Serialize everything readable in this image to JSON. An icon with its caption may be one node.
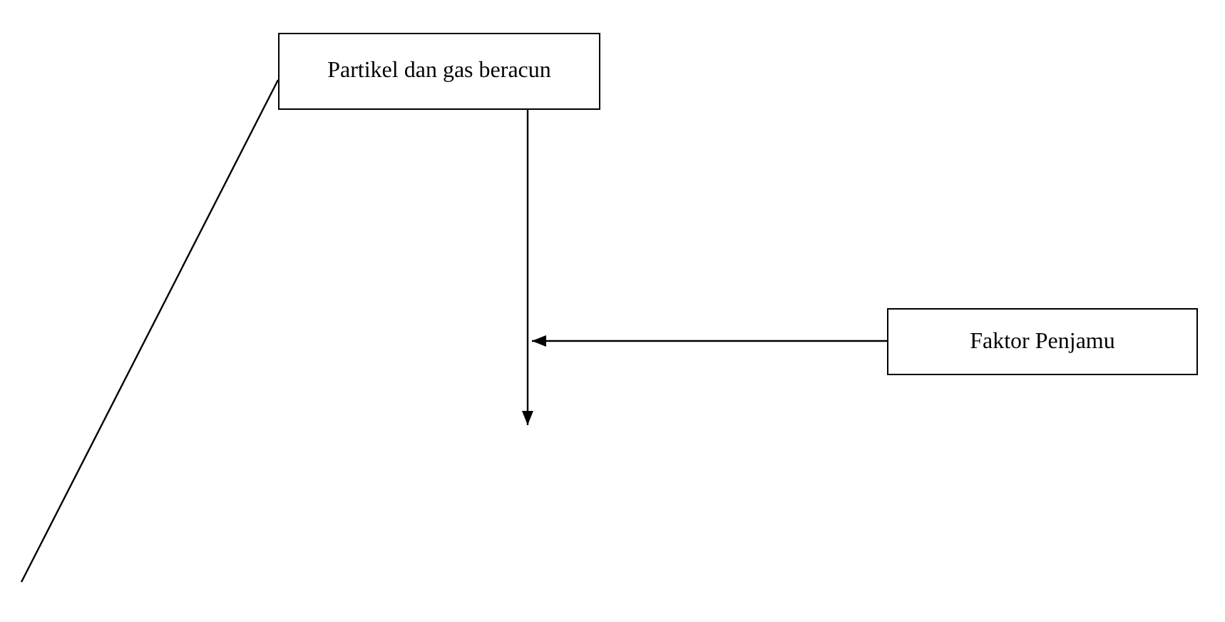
{
  "diagram": {
    "nodes": [
      {
        "text": [
          "Partikel dan gas beracun"
        ]
      },
      {
        "text": [
          "Faktor Penjamu"
        ]
      }
    ],
    "edges": [
      {
        "from": 0,
        "to": null,
        "arrow": "to"
      },
      {
        "from": 1,
        "to": null,
        "arrow": "to"
      },
      {
        "from": 0,
        "to": null,
        "arrow": "none"
      }
    ]
  }
}
